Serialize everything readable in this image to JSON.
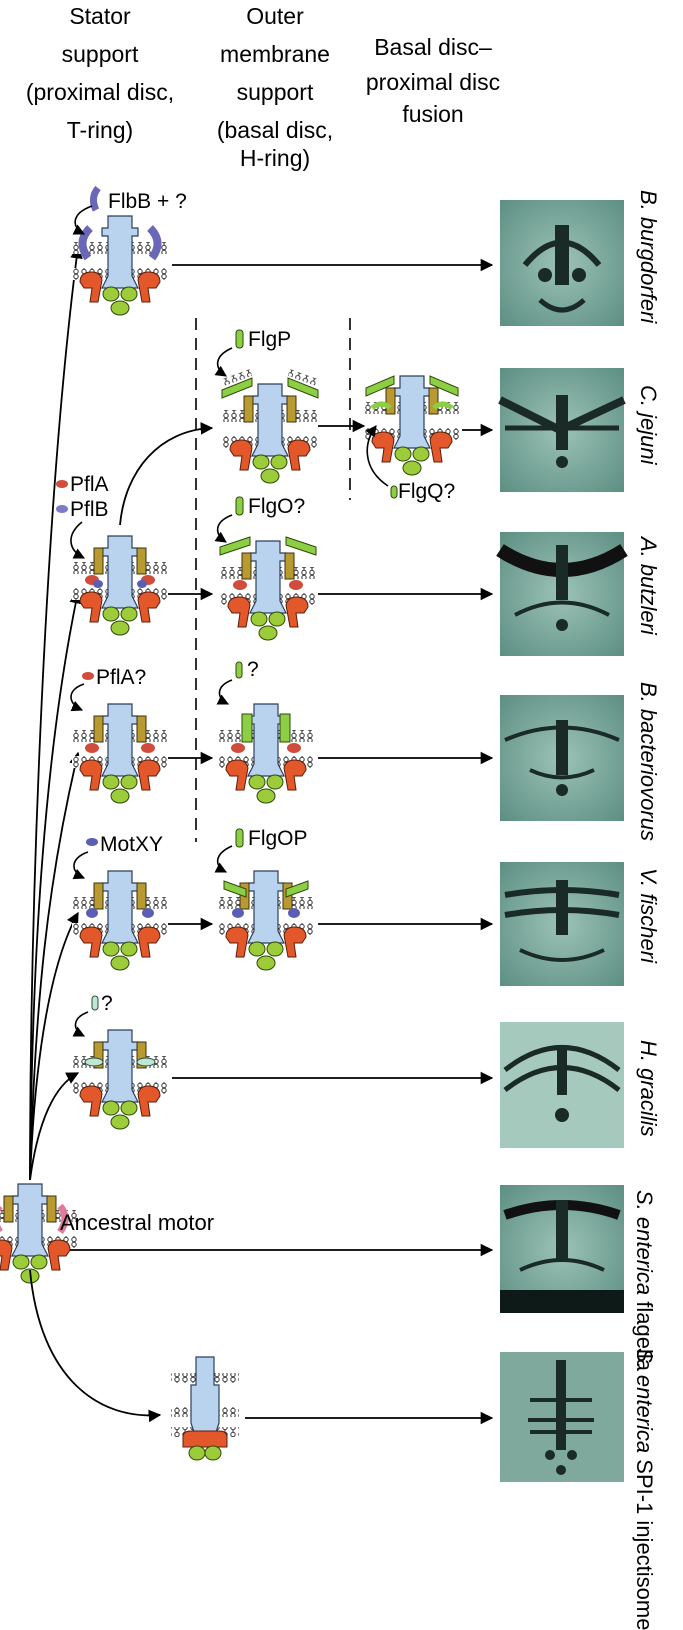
{
  "headers": {
    "stator_lines": [
      "Stator",
      "support",
      "(proximal disc,",
      "T-ring)"
    ],
    "outer_lines": [
      "Outer",
      "membrane",
      "support",
      "(basal disc,",
      "H-ring)"
    ],
    "fusion_lines": [
      "Basal disc–",
      "proximal disc",
      "fusion"
    ]
  },
  "protein_labels": {
    "flbb": "FlbB + ?",
    "flgp": "FlgP",
    "pfla": "PflA",
    "pflb": "PflB",
    "flgq": "FlgQ?",
    "flgo": "FlgO?",
    "pfla_q": "PflA?",
    "bb_unknown": "?",
    "motxy": "MotXY",
    "flgop": "FlgOP",
    "hg_unknown": "?"
  },
  "ancestral_label": "Ancestral motor",
  "species": [
    {
      "italic": "B. burgdorferi",
      "second": ""
    },
    {
      "italic": "C. jejuni",
      "second": ""
    },
    {
      "italic": "A. butzleri",
      "second": ""
    },
    {
      "italic": "B. bacteriovorus",
      "second": ""
    },
    {
      "italic": "V. fischeri",
      "second": ""
    },
    {
      "italic": "H. gracilis",
      "second": ""
    },
    {
      "italic": "S. enterica",
      "second": "flagella"
    },
    {
      "italic": "S. enterica",
      "second": "SPI-1 injectisome"
    }
  ],
  "colors": {
    "rod": "#b9d3ee",
    "c_ring": "#e2582a",
    "export": "#9ccc3a",
    "stator": "#b89a30",
    "membrane": "#444444",
    "flbb": "#6a67b8",
    "flgp": "#8ccf44",
    "pfla": "#d24c3c",
    "motxy": "#5a5fb5",
    "hg_protein": "#bfe8d4",
    "ancestral_ring": "#e07a9a",
    "tomo_bg": "#6f9e92"
  }
}
